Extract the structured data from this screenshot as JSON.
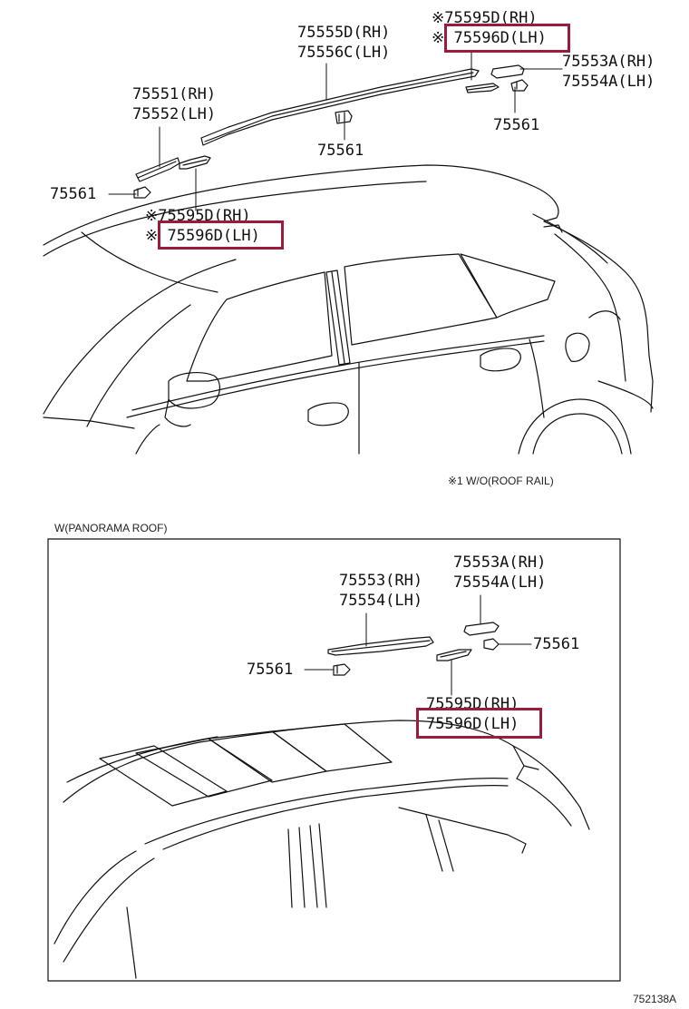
{
  "top": {
    "labels": {
      "p75555_rh": "75555D(RH)",
      "p75556_lh": "75556C(LH)",
      "p75595_rh_top": "75595D(RH)",
      "p75596_lh_top": "75596D(LH)",
      "p75553_rh": "75553A(RH)",
      "p75554_lh": "75554A(LH)",
      "p75561_a": "75561",
      "p75551_rh": "75551(RH)",
      "p75552_lh": "75552(LH)",
      "p75561_b": "75561",
      "p75561_c": "75561",
      "p75595_rh_left": "75595D(RH)",
      "p75596_lh_left": "75596D(LH)",
      "mark": "※"
    },
    "footnote": "※1 W/O(ROOF RAIL)"
  },
  "bottom": {
    "title": "W(PANORAMA ROOF)",
    "labels": {
      "p75553_rh": "75553(RH)",
      "p75554_lh": "75554(LH)",
      "p75553a_rh": "75553A(RH)",
      "p75554a_lh": "75554A(LH)",
      "p75561_right": "75561",
      "p75561_left": "75561",
      "p75595_rh": "75595D(RH)",
      "p75596_lh": "75596D(LH)"
    }
  },
  "figure_id": "752138A",
  "colors": {
    "highlight": "#9b1b3a",
    "line": "#111111"
  }
}
